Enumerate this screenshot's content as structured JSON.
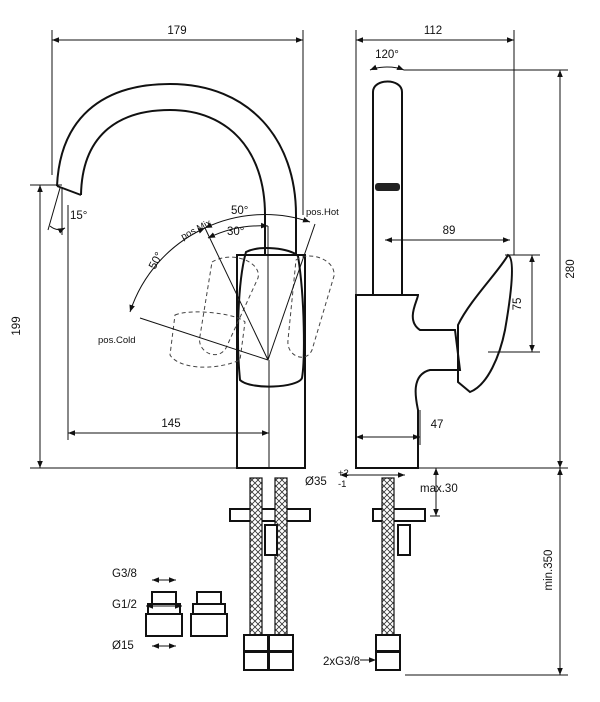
{
  "front_view": {
    "width": "179",
    "height": "199",
    "reach": "145",
    "spout_angle": "15°",
    "rot_50_left": "50°",
    "rot_50_top": "50°",
    "rot_30": "30°",
    "pos_mix": "pos.Mix",
    "pos_hot": "pos.Hot",
    "pos_cold": "pos.Cold"
  },
  "side_view": {
    "width": "112",
    "swivel": "120°",
    "lever_reach": "89",
    "total_height": "280",
    "lever_height": "75",
    "base_depth": "47",
    "hole_diameter": "Ø35",
    "hole_tol_plus": "+2",
    "hole_tol_minus": "-1",
    "max_deck": "max.30",
    "min_hose": "min.350",
    "connections": "2xG3/8"
  },
  "fittings": {
    "thread_small": "G3/8",
    "thread_large": "G1/2",
    "pipe_diameter": "Ø15"
  }
}
